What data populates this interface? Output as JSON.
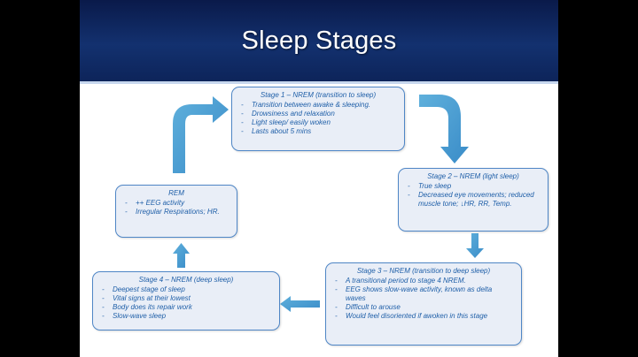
{
  "slide": {
    "title": "Sleep Stages"
  },
  "colors": {
    "title_bar": "#13316f",
    "box_fill": "#e9eef7",
    "box_border": "#4f86c6",
    "text": "#1f5fa8",
    "arrow": "#4f9fd0"
  },
  "stages": {
    "stage1": {
      "title": "Stage 1 – NREM (transition to sleep)",
      "items": [
        "Transition between awake & sleeping.",
        "Drowsiness and relaxation",
        "Light sleep/ easily woken",
        "Lasts about 5 mins"
      ]
    },
    "stage2": {
      "title": "Stage 2 – NREM (light sleep)",
      "items": [
        "True sleep",
        "Decreased eye movements; reduced muscle tone; ↓HR, RR, Temp."
      ]
    },
    "stage3": {
      "title": "Stage 3 – NREM (transition to deep sleep)",
      "items": [
        "A transitional period to stage 4 NREM.",
        "EEG shows slow-wave activity, known as delta waves",
        "Difficult to arouse",
        "Would feel disoriented if awoken in this stage"
      ]
    },
    "stage4": {
      "title": "Stage 4 – NREM (deep sleep)",
      "items": [
        "Deepest stage of sleep",
        "Vital signs at their lowest",
        "Body does its repair work",
        "Slow-wave sleep"
      ]
    },
    "rem": {
      "title": "REM",
      "items": [
        "++ EEG activity",
        "Irregular Respirations; HR."
      ]
    }
  }
}
